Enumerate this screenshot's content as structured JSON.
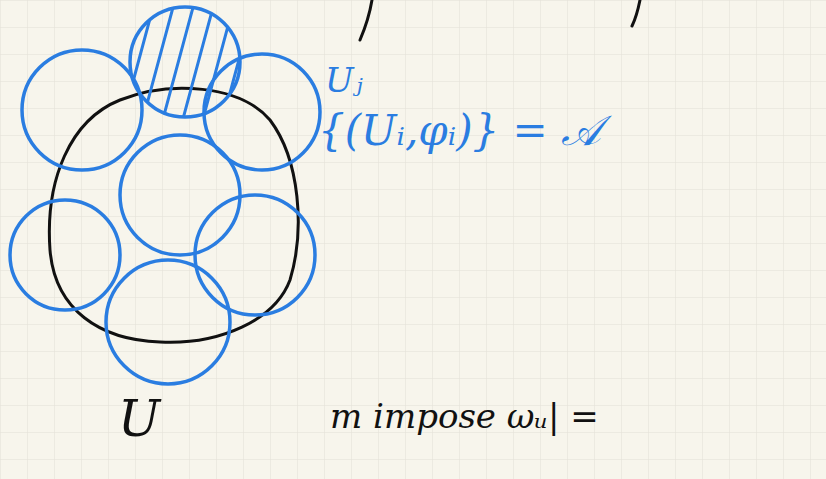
{
  "diagram": {
    "labels": [
      "Uⱼ",
      "{(Uᵢ,φᵢ)} = 𝒜",
      "U",
      "m impose ωᵤ| ="
    ]
  }
}
